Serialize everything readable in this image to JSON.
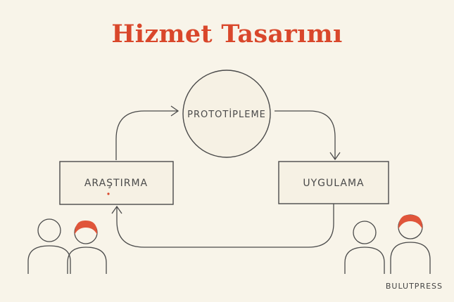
{
  "title": "Hizmet Tasarımı",
  "nodes": {
    "prototype": "PROTOTİPLEME",
    "research": "ARAŞTIRMA",
    "implement": "UYGULAMA"
  },
  "brand": "BULUTPRESS",
  "colors": {
    "accent": "#d9472b",
    "ink": "#4a4a4a",
    "background": "#f8f4e9"
  }
}
